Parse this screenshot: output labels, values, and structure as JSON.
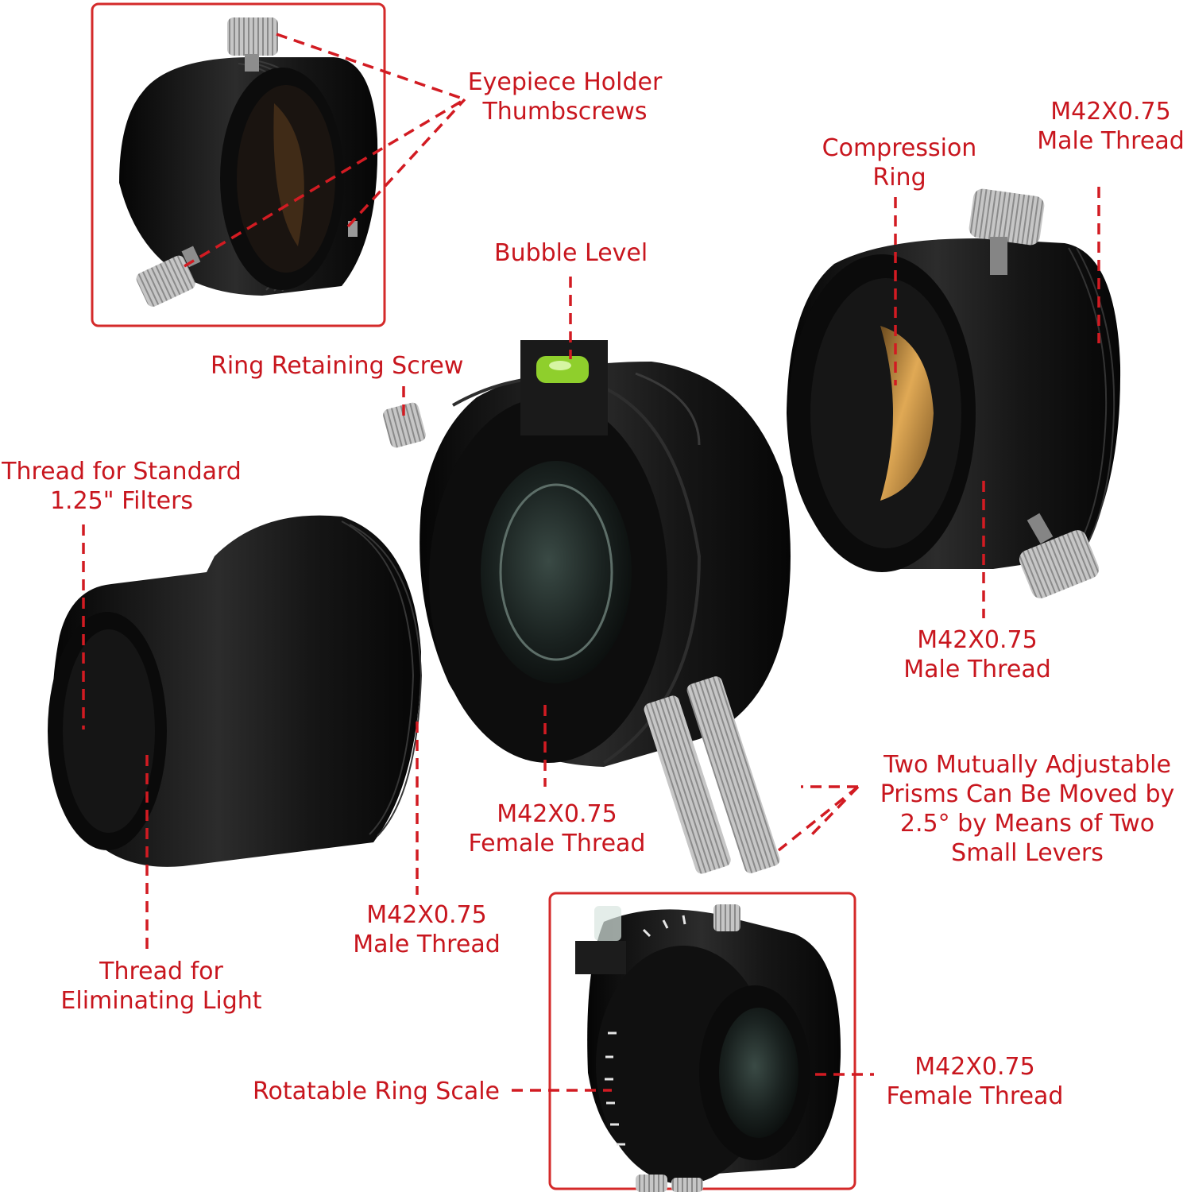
{
  "labels": {
    "eyepiece_holder_thumbscrews": [
      "Eyepiece Holder",
      "Thumbscrews"
    ],
    "compression_ring": [
      "Compression",
      "Ring"
    ],
    "male_thread_top_right": [
      "M42X0.75",
      "Male Thread"
    ],
    "bubble_level": "Bubble Level",
    "ring_retaining_screw": "Ring Retaining Screw",
    "thread_for_standard_filters": [
      "Thread for Standard",
      "1.25\" Filters"
    ],
    "male_thread_right_middle": [
      "M42X0.75",
      "Male Thread"
    ],
    "female_thread_center": [
      "M42X0.75",
      "Female Thread"
    ],
    "prisms_note": [
      "Two Mutually Adjustable",
      "Prisms Can Be Moved by",
      "2.5° by Means of Two",
      "Small Levers"
    ],
    "male_thread_left_bottom": [
      "M42X0.75",
      "Male Thread"
    ],
    "thread_for_eliminating_light": [
      "Thread for",
      "Eliminating Light"
    ],
    "rotatable_ring_scale": "Rotatable Ring Scale",
    "female_thread_bottom_right": [
      "M42X0.75",
      "Female Thread"
    ]
  },
  "colors": {
    "annotation_red": "#c8161e",
    "leader_red": "#d21b22",
    "inset_frame_red": "#d42a2a",
    "metal_black": "#141414",
    "brass": "#c48a3a",
    "bubble_green": "#8fcf2c",
    "knurled_silver": "#c9c9c9"
  }
}
